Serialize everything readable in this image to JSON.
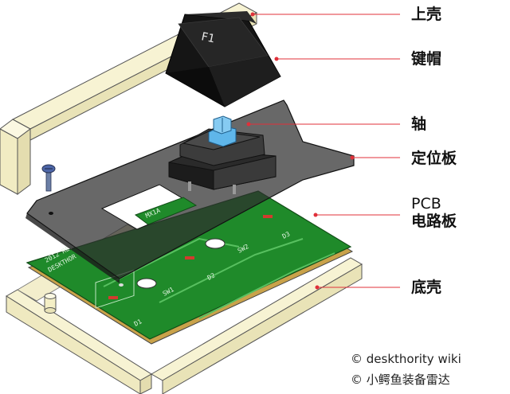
{
  "labels": {
    "top_case": "上壳",
    "keycap": "键帽",
    "switch": "轴",
    "plate": "定位板",
    "pcb_line1": "PCB",
    "pcb_line2": "电路板",
    "bottom_case": "底壳"
  },
  "keycap_legend": "F1",
  "pcb_texts": {
    "rev_line1": "2012 REV",
    "rev_line2": "DESKTHOR",
    "mx_pad": "MX1A",
    "sw1": "SW1",
    "sw2": "SW2",
    "d1": "D1",
    "d2": "D2",
    "d3": "D3"
  },
  "credits": {
    "line1": "© deskthority wiki",
    "line2": "© 小鳄鱼装备雷达"
  },
  "colors": {
    "leader_line": "#e0303a",
    "case": "#f4efc6",
    "pcb": "#1f8a2a",
    "plate": "#3a3a3a",
    "switch_stem": "#4fa8e0",
    "keycap": "#1a1a1a"
  }
}
